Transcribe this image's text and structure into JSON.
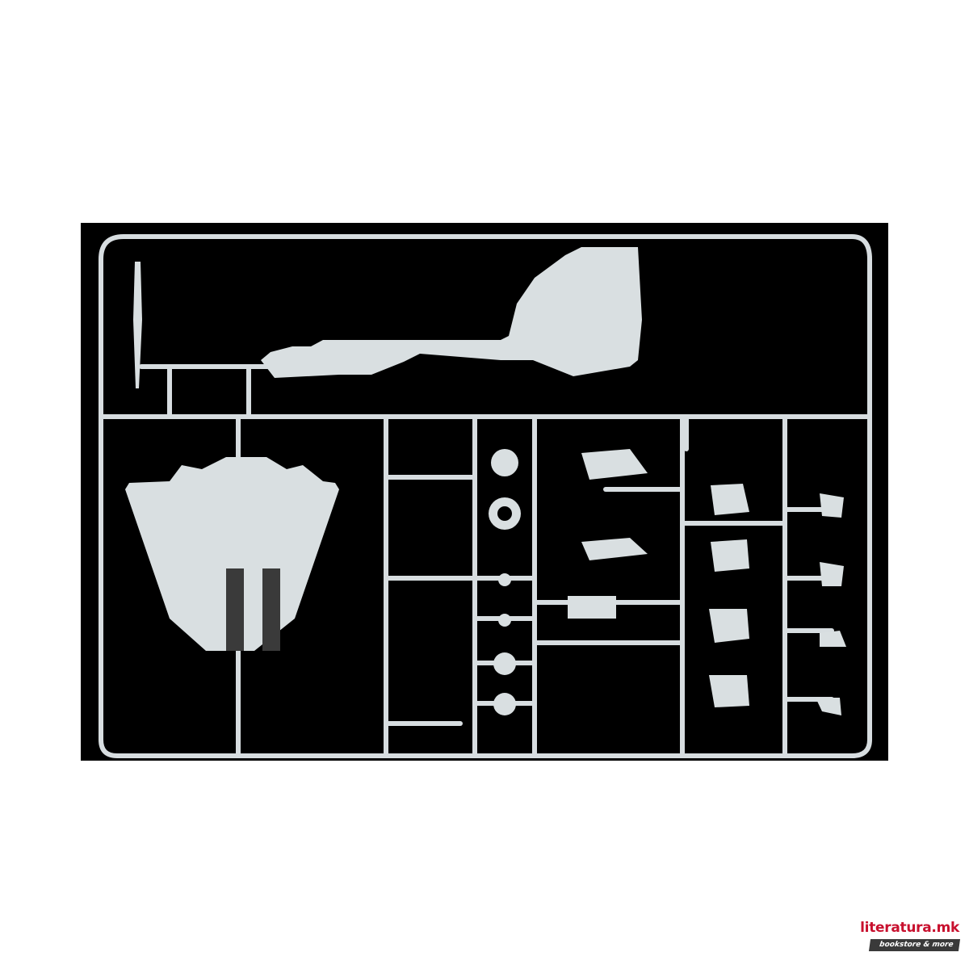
{
  "image": {
    "subject": "Plastic model kit sprue with aircraft parts",
    "background_color": "#ffffff",
    "photo_background": "#000000",
    "part_color": "#d9dfe1"
  },
  "watermark": {
    "title": "literatura.mk",
    "tagline": "bookstore & more",
    "title_color": "#c8102e",
    "tag_bg": "#3a3a3a"
  }
}
